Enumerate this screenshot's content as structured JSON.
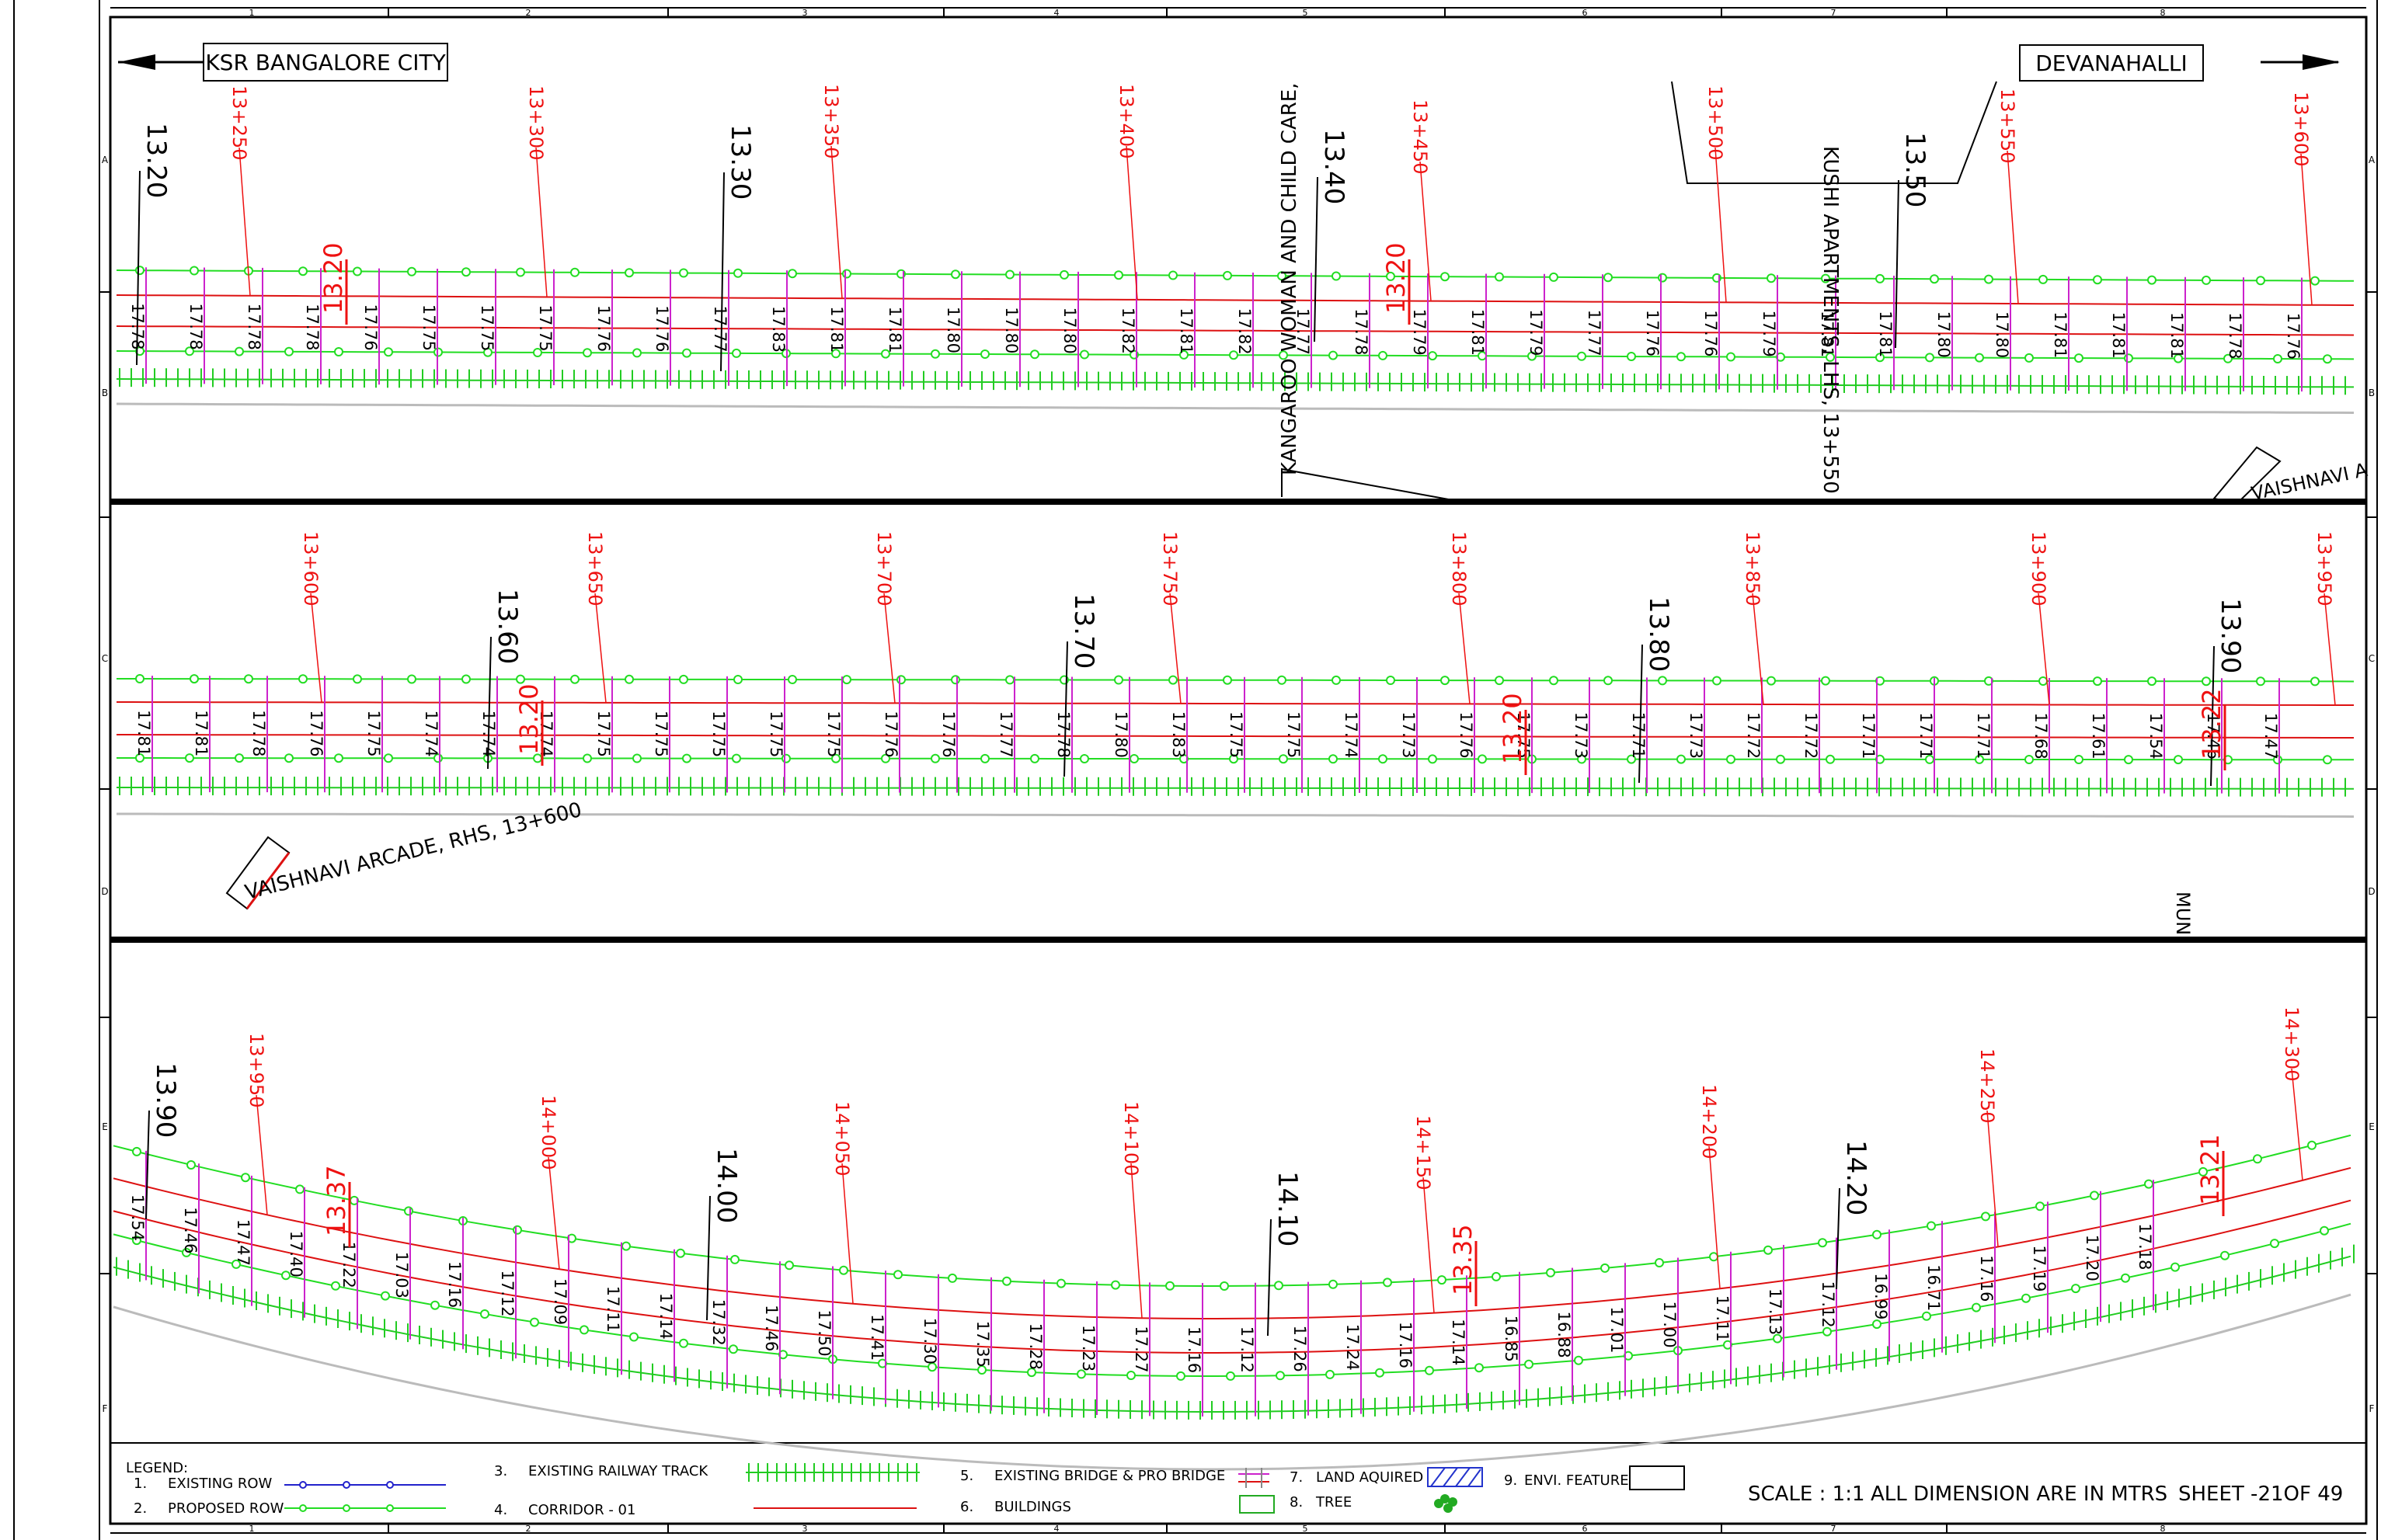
{
  "directions": {
    "left": "KSR BANGALORE CITY",
    "right": "DEVANAHALLI"
  },
  "grid": {
    "columns": [
      "1",
      "2",
      "3",
      "4",
      "5",
      "6",
      "7",
      "8"
    ],
    "rows": [
      "A",
      "B",
      "C",
      "D",
      "E",
      "F"
    ]
  },
  "panels": [
    {
      "id": "panel-1",
      "chainages": [
        "13+250",
        "13+300",
        "13+350",
        "13+400",
        "13+450",
        "13+500",
        "13+550",
        "13+600"
      ],
      "km_markers": [
        "13.20",
        "13.30",
        "13.40",
        "13.50"
      ],
      "elevations": [
        "17.78",
        "17.78",
        "17.78",
        "17.78",
        "17.76",
        "17.75",
        "17.75",
        "17.75",
        "17.76",
        "17.76",
        "17.77",
        "17.83",
        "17.81",
        "17.81",
        "17.80",
        "17.80",
        "17.80",
        "17.82",
        "17.81",
        "17.82",
        "17.77",
        "17.78",
        "17.79",
        "17.81",
        "17.79",
        "17.77",
        "17.76",
        "17.76",
        "17.79",
        "17.81",
        "17.81",
        "17.80",
        "17.80",
        "17.81",
        "17.81",
        "17.81",
        "17.78",
        "17.76"
      ],
      "red_marks": [
        "13.20",
        "13.20"
      ],
      "features": [
        "KANGAROO WOMAN AND CHILD CARE,",
        "KUSHI APARTMENTS, LHS, 13+550",
        "VAISHNAVI A"
      ]
    },
    {
      "id": "panel-2",
      "chainages": [
        "13+600",
        "13+650",
        "13+700",
        "13+750",
        "13+800",
        "13+850",
        "13+900",
        "13+950"
      ],
      "km_markers": [
        "13.60",
        "13.70",
        "13.80",
        "13.90"
      ],
      "elevations": [
        "17.81",
        "17.81",
        "17.78",
        "17.76",
        "17.75",
        "17.74",
        "17.74",
        "17.74",
        "17.75",
        "17.75",
        "17.75",
        "17.75",
        "17.75",
        "17.76",
        "17.76",
        "17.77",
        "17.78",
        "17.80",
        "17.83",
        "17.75",
        "17.75",
        "17.74",
        "17.73",
        "17.76",
        "17.75",
        "17.73",
        "17.71",
        "17.73",
        "17.72",
        "17.72",
        "17.71",
        "17.71",
        "17.71",
        "17.68",
        "17.61",
        "17.54",
        "17.46",
        "17.47"
      ],
      "red_marks": [
        "13.20",
        "13.20",
        "13.22"
      ],
      "features": [
        "VAISHNAVI ARCADE, RHS, 13+600",
        "MUN"
      ]
    },
    {
      "id": "panel-3",
      "chainages": [
        "13+950",
        "14+000",
        "14+050",
        "14+100",
        "14+150",
        "14+200",
        "14+250",
        "14+300"
      ],
      "km_markers": [
        "13.90",
        "14.00",
        "14.10",
        "14.20"
      ],
      "elevations": [
        "17.54",
        "17.46",
        "17.47",
        "17.40",
        "17.22",
        "17.03",
        "17.16",
        "17.12",
        "17.09",
        "17.11",
        "17.14",
        "17.32",
        "17.46",
        "17.50",
        "17.41",
        "17.30",
        "17.35",
        "17.28",
        "17.23",
        "17.27",
        "17.16",
        "17.12",
        "17.26",
        "17.24",
        "17.16",
        "17.14",
        "16.85",
        "16.88",
        "17.01",
        "17.00",
        "17.11",
        "17.13",
        "17.12",
        "16.99",
        "16.71",
        "17.16",
        "17.19",
        "17.20",
        "17.18"
      ],
      "red_marks": [
        "13.37",
        "13.35",
        "13.21"
      ],
      "features": []
    }
  ],
  "legend": {
    "title": "LEGEND:",
    "items": [
      {
        "num": "1.",
        "label": "EXISTING ROW",
        "symbol": "existing-row"
      },
      {
        "num": "2.",
        "label": "PROPOSED ROW",
        "symbol": "proposed-row"
      },
      {
        "num": "3.",
        "label": "EXISTING RAILWAY TRACK",
        "symbol": "railway-track"
      },
      {
        "num": "4.",
        "label": "CORRIDOR - 01",
        "symbol": "corridor"
      },
      {
        "num": "5.",
        "label": "EXISTING BRIDGE & PRO BRIDGE",
        "symbol": "bridge"
      },
      {
        "num": "6.",
        "label": "BUILDINGS",
        "symbol": "building"
      },
      {
        "num": "7.",
        "label": "LAND AQUIRED",
        "symbol": "land-acquired"
      },
      {
        "num": "8.",
        "label": "TREE",
        "symbol": "tree-icon"
      },
      {
        "num": "9.",
        "label": "ENVI. FEATURE",
        "symbol": "envi-feature"
      }
    ]
  },
  "title_block": {
    "scale": "SCALE : 1:1",
    "dimension_note": "ALL DIMENSION ARE IN MTRS",
    "sheet": "SHEET -21OF 49"
  },
  "colors": {
    "proposed_row": "#22dd22",
    "existing_row": "#2222cc",
    "corridor": "#dd1111",
    "chainage": "#ee1111",
    "station_tick": "#cc22cc",
    "rail": "#22cc22",
    "land_acquired": "#2233cc",
    "tree": "#22aa22"
  }
}
